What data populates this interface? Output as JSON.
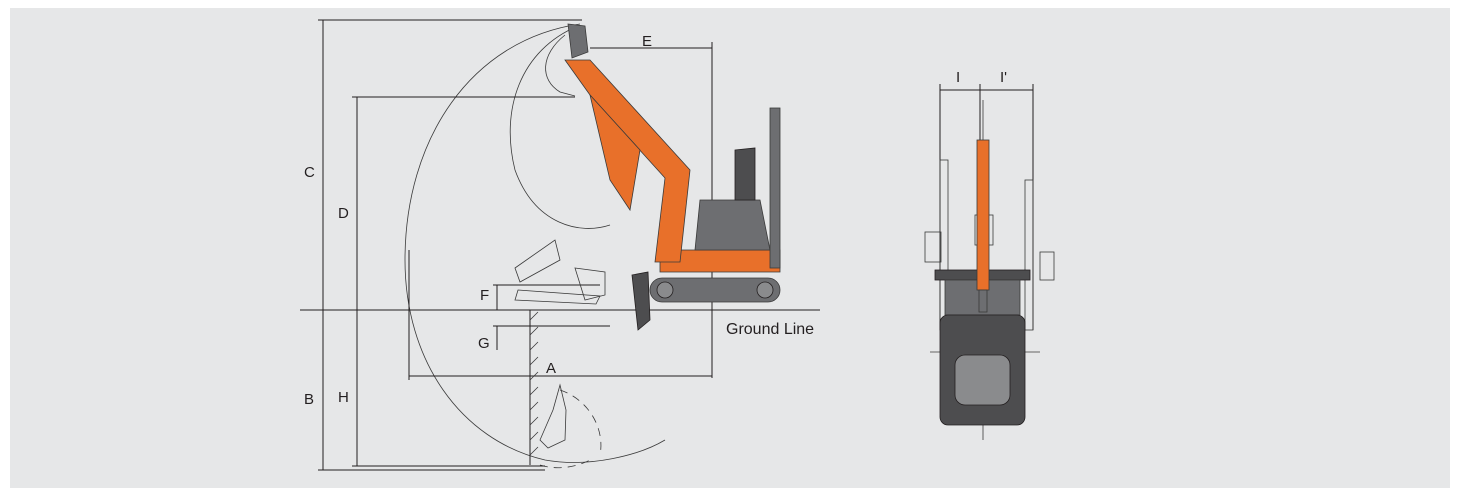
{
  "diagram": {
    "dimension_labels": {
      "A": "A",
      "B": "B",
      "C": "C",
      "D": "D",
      "E": "E",
      "F": "F",
      "G": "G",
      "H": "H",
      "I": "I",
      "I_prime": "I'"
    },
    "ground_line_label": "Ground Line",
    "colors": {
      "background": "#e6e7e8",
      "boom_accent": "#e8702a",
      "body": "#6d6e71",
      "lines": "#231f20"
    }
  }
}
